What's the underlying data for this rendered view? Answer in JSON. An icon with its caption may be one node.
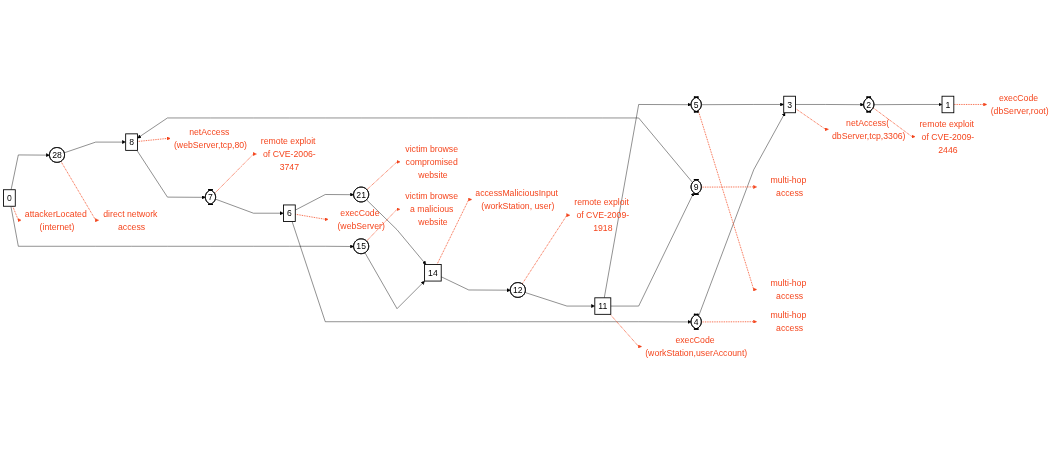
{
  "diagram": {
    "nodes": [
      {
        "text": [
          "0"
        ]
      },
      {
        "text": [
          "28"
        ]
      },
      {
        "text": [
          "15"
        ]
      },
      {
        "text": [
          "14"
        ]
      },
      {
        "text": [
          "12"
        ]
      },
      {
        "text": [
          "11"
        ]
      },
      {
        "text": [
          "9"
        ]
      },
      {
        "text": [
          "8"
        ]
      },
      {
        "text": [
          "7"
        ]
      },
      {
        "text": [
          "6"
        ]
      },
      {
        "text": [
          "21"
        ]
      },
      {
        "text": [
          "4"
        ]
      },
      {
        "text": [
          "3"
        ]
      },
      {
        "text": [
          "2"
        ]
      },
      {
        "text": [
          "1"
        ]
      },
      {
        "text": [
          "5"
        ]
      },
      {
        "text": [
          "attackerLocated (internet)"
        ]
      },
      {
        "text": [
          "direct network access"
        ]
      },
      {
        "text": [
          "accessMaliciousInput (workStation, user)"
        ]
      },
      {
        "text": [
          "execCode (workStation,userAccount)"
        ]
      },
      {
        "text": [
          "multi-hop access"
        ]
      },
      {
        "text": [
          "netAccess (webServer,tcp,80)"
        ]
      },
      {
        "text": [
          "execCode (webServer)"
        ]
      },
      {
        "text": [
          "victim browse compromised website"
        ]
      },
      {
        "text": [
          "netAccess( dbServer,tcp,3306)"
        ]
      },
      {
        "text": [
          "execCode (dbServer,root)"
        ]
      },
      {
        "text": [
          "victim browse a malicious website"
        ]
      },
      {
        "text": [
          "remote exploit of CVE-2009-1918"
        ]
      },
      {
        "text": [
          "multi-hop access"
        ]
      },
      {
        "text": [
          "remote exploit of CVE-2006-3747"
        ]
      },
      {
        "text": [
          "multi-hop access"
        ]
      },
      {
        "text": [
          "remote exploit of CVE-2009-2446"
        ]
      }
    ],
    "edges": [
      {
        "from": 0,
        "to": 1,
        "arrow": "to"
      },
      {
        "from": 0,
        "to": 2,
        "arrow": "to"
      },
      {
        "from": 2,
        "to": 3,
        "arrow": "to"
      },
      {
        "from": 1,
        "to": 7,
        "arrow": "to"
      },
      {
        "from": 3,
        "to": 4,
        "arrow": "to"
      },
      {
        "from": 4,
        "to": 5,
        "arrow": "to"
      },
      {
        "from": 5,
        "to": 6,
        "arrow": "to"
      },
      {
        "from": 5,
        "to": 15,
        "arrow": "to"
      },
      {
        "from": 6,
        "to": 7,
        "arrow": "to"
      },
      {
        "from": 7,
        "to": 8,
        "arrow": "to"
      },
      {
        "from": 8,
        "to": 9,
        "arrow": "to"
      },
      {
        "from": 9,
        "to": 10,
        "arrow": "to"
      },
      {
        "from": 9,
        "to": 11,
        "arrow": "to"
      },
      {
        "from": 10,
        "to": 3,
        "arrow": "to"
      },
      {
        "from": 11,
        "to": 12,
        "arrow": "to"
      },
      {
        "from": 15,
        "to": 12,
        "arrow": "to"
      },
      {
        "from": 12,
        "to": 13,
        "arrow": "to"
      },
      {
        "from": 13,
        "to": 14,
        "arrow": "to"
      },
      {
        "from": 0,
        "to": 16,
        "arrow": "to",
        "style": "dashed",
        "color": "#f5461e"
      },
      {
        "from": 1,
        "to": 17,
        "arrow": "to",
        "style": "dashed",
        "color": "#f5461e"
      },
      {
        "from": 3,
        "to": 18,
        "arrow": "to",
        "style": "dashed",
        "color": "#f5461e"
      },
      {
        "from": 5,
        "to": 19,
        "arrow": "to",
        "style": "dashed",
        "color": "#f5461e"
      },
      {
        "from": 6,
        "to": 20,
        "arrow": "to",
        "style": "dashed",
        "color": "#f5461e"
      },
      {
        "from": 7,
        "to": 21,
        "arrow": "to",
        "style": "dashed",
        "color": "#f5461e"
      },
      {
        "from": 9,
        "to": 22,
        "arrow": "to",
        "style": "dashed",
        "color": "#f5461e"
      },
      {
        "from": 10,
        "to": 23,
        "arrow": "to",
        "style": "dashed",
        "color": "#f5461e"
      },
      {
        "from": 12,
        "to": 24,
        "arrow": "to",
        "style": "dashed",
        "color": "#f5461e"
      },
      {
        "from": 14,
        "to": 25,
        "arrow": "to",
        "style": "dashed",
        "color": "#f5461e"
      },
      {
        "from": 2,
        "to": 26,
        "arrow": "to",
        "style": "dashed",
        "color": "#f5461e"
      },
      {
        "from": 4,
        "to": 27,
        "arrow": "to",
        "style": "dashed",
        "color": "#f5461e"
      },
      {
        "from": 15,
        "to": 28,
        "arrow": "to",
        "style": "dashed",
        "color": "#f5461e"
      },
      {
        "from": 8,
        "to": 29,
        "arrow": "to",
        "style": "dashed",
        "color": "#f5461e"
      },
      {
        "from": 11,
        "to": 30,
        "arrow": "to",
        "style": "dashed",
        "color": "#f5461e"
      },
      {
        "from": 13,
        "to": 31,
        "arrow": "to",
        "style": "dashed",
        "color": "#f5461e"
      }
    ]
  }
}
